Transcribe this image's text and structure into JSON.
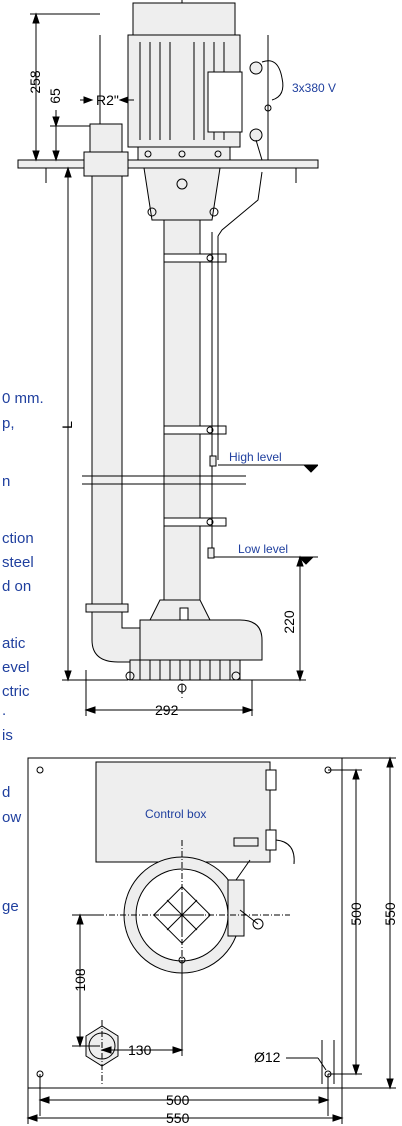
{
  "side_text": [
    "0 mm.",
    "p,",
    "n",
    "ction",
    " steel",
    "d on",
    "atic",
    "evel",
    "ctric",
    ".",
    " is",
    "d",
    "ow",
    "ge"
  ],
  "labels": {
    "supply": "3x380 V",
    "high_level": "High level",
    "low_level": "Low level",
    "control_box": "Control box",
    "thread": "R2\""
  },
  "dimensions": {
    "d258": "258",
    "d65": "65",
    "dL": "L",
    "d220": "220",
    "d292": "292",
    "d500_right": "500",
    "d550_right": "550",
    "d108": "108",
    "d130": "130",
    "d12": "Ø12",
    "d500_bottom": "500",
    "d550_bottom": "550"
  },
  "colors": {
    "line": "#000000",
    "callout_text": "#1f3f9e",
    "component_fill": "#eeeeee"
  }
}
